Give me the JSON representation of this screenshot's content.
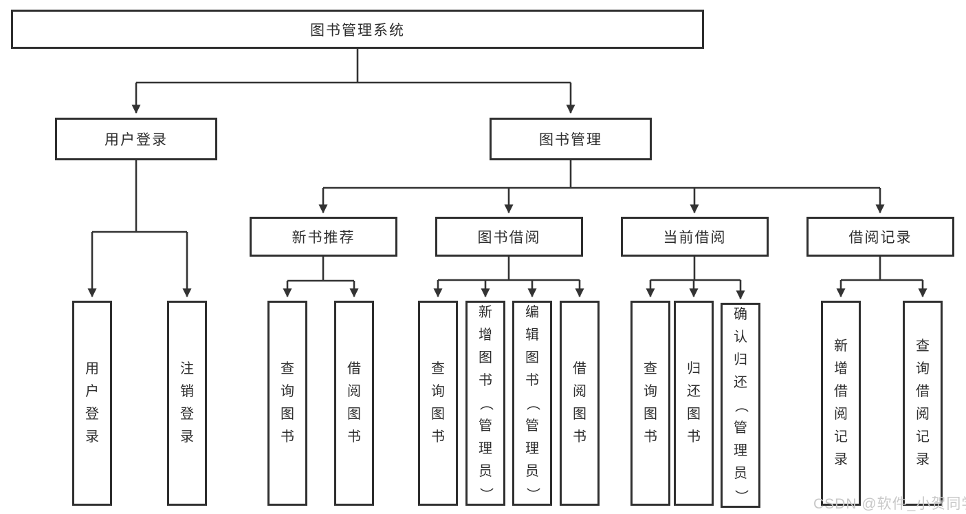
{
  "diagram": {
    "background": "#ffffff",
    "line_color": "#333333",
    "box_border_color": "#2f2f2f",
    "text_color": "#2e2e2e",
    "tree": {
      "root": {
        "label": "图书管理系统",
        "children": [
          {
            "label": "用户登录",
            "children": [
              {
                "label": "用户登录"
              },
              {
                "label": "注销登录"
              }
            ]
          },
          {
            "label": "图书管理",
            "children": [
              {
                "label": "新书推荐",
                "children": [
                  {
                    "label": "查询图书"
                  },
                  {
                    "label": "借阅图书"
                  }
                ]
              },
              {
                "label": "图书借阅",
                "children": [
                  {
                    "label": "查询图书"
                  },
                  {
                    "label": "新增图书（管理员）"
                  },
                  {
                    "label": "编辑图书（管理员）"
                  },
                  {
                    "label": "借阅图书"
                  }
                ]
              },
              {
                "label": "当前借阅",
                "children": [
                  {
                    "label": "查询图书"
                  },
                  {
                    "label": "归还图书"
                  },
                  {
                    "label": "确认归还（管理员）"
                  }
                ]
              },
              {
                "label": "借阅记录",
                "children": [
                  {
                    "label": "新增借阅记录"
                  },
                  {
                    "label": "查询借阅记录"
                  }
                ]
              }
            ]
          }
        ]
      }
    },
    "watermark": {
      "text": "CSDN @软件_小贺同学",
      "color": "#c8c8c8"
    }
  }
}
